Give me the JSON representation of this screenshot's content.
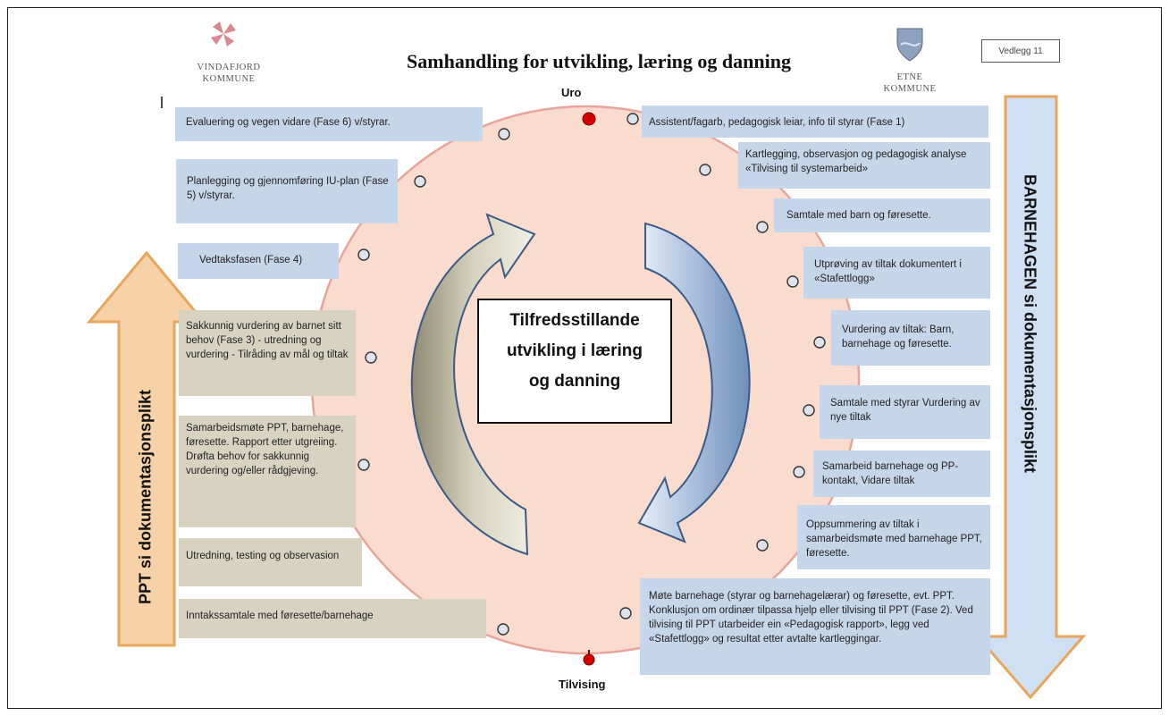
{
  "header": {
    "title": "Samhandling for utvikling, læring og danning",
    "left_municipality": [
      "VINDAFJORD",
      "KOMMUNE"
    ],
    "right_municipality": [
      "ETNE",
      "KOMMUNE"
    ],
    "attachment_label": "Vedlegg 11"
  },
  "cycle": {
    "top_label": "Uro",
    "bottom_label": "Tilvising",
    "center_text": [
      "Tilfredsstillande",
      "utvikling i læring",
      "og danning"
    ]
  },
  "side_arrows": {
    "left_label": "PPT si dokumentasjonsplikt",
    "right_label": "BARNEHAGEN si dokumentasjonsplikt"
  },
  "right_boxes": [
    {
      "text": "Assistent/fagarb, pedagogisk leiar, info til styrar (Fase 1)"
    },
    {
      "text": "Kartlegging, observasjon og  pedagogisk analyse «Tilvising til systemarbeid»"
    },
    {
      "text": "Samtale med barn og føresette."
    },
    {
      "text": "Utprøving av tiltak dokumentert i «Stafettlogg»"
    },
    {
      "text": "Vurdering av tiltak: Barn, barnehage og føresette."
    },
    {
      "text": "Samtale med styrar Vurdering av nye tiltak"
    },
    {
      "text": "Samarbeid barnehage og PP-kontakt, Vidare tiltak"
    },
    {
      "text": "Oppsummering av tiltak i samarbeidsmøte med barnehage PPT, føresette."
    },
    {
      "text": "Møte barnehage (styrar og barnehagelærar) og føresette, evt. PPT. Konklusjon om ordinær tilpassa hjelp eller tilvising til PPT (Fase 2). Ved tilvising til PPT utarbeider ein «Pedagogisk rapport», legg ved «Stafettlogg» og resultat etter avtalte kartleggingar."
    }
  ],
  "left_boxes": [
    {
      "text": "Evaluering og vegen vidare (Fase 6) v/styrar."
    },
    {
      "text": "Planlegging og gjennomføring IU-plan (Fase 5) v/styrar."
    },
    {
      "text": "Vedtaksfasen (Fase 4)"
    },
    {
      "text": "Sakkunnig vurdering av barnet sitt behov (Fase 3) - utredning og vurdering - Tilråding av mål og tiltak"
    },
    {
      "text": "Samarbeidsmøte PPT, barnehage, føresette. Rapport etter utgreiing. Drøfta behov for sakkunnig vurdering og/eller rådgjeving."
    },
    {
      "text": "Utredning, testing og observasion"
    },
    {
      "text": "Inntakssamtale med føresette/barnehage"
    }
  ],
  "colors": {
    "circle_fill": "#f9dccd",
    "circle_stroke": "#e8a49a",
    "blue_box": "#c6d6ea",
    "tan_box": "#d8d3c1",
    "side_arrow_fill": "#f5c89a",
    "side_arrow_stroke": "#e8a65c",
    "right_arrow_fill": "#cfe0f3",
    "marker_red": "#cc0000"
  }
}
